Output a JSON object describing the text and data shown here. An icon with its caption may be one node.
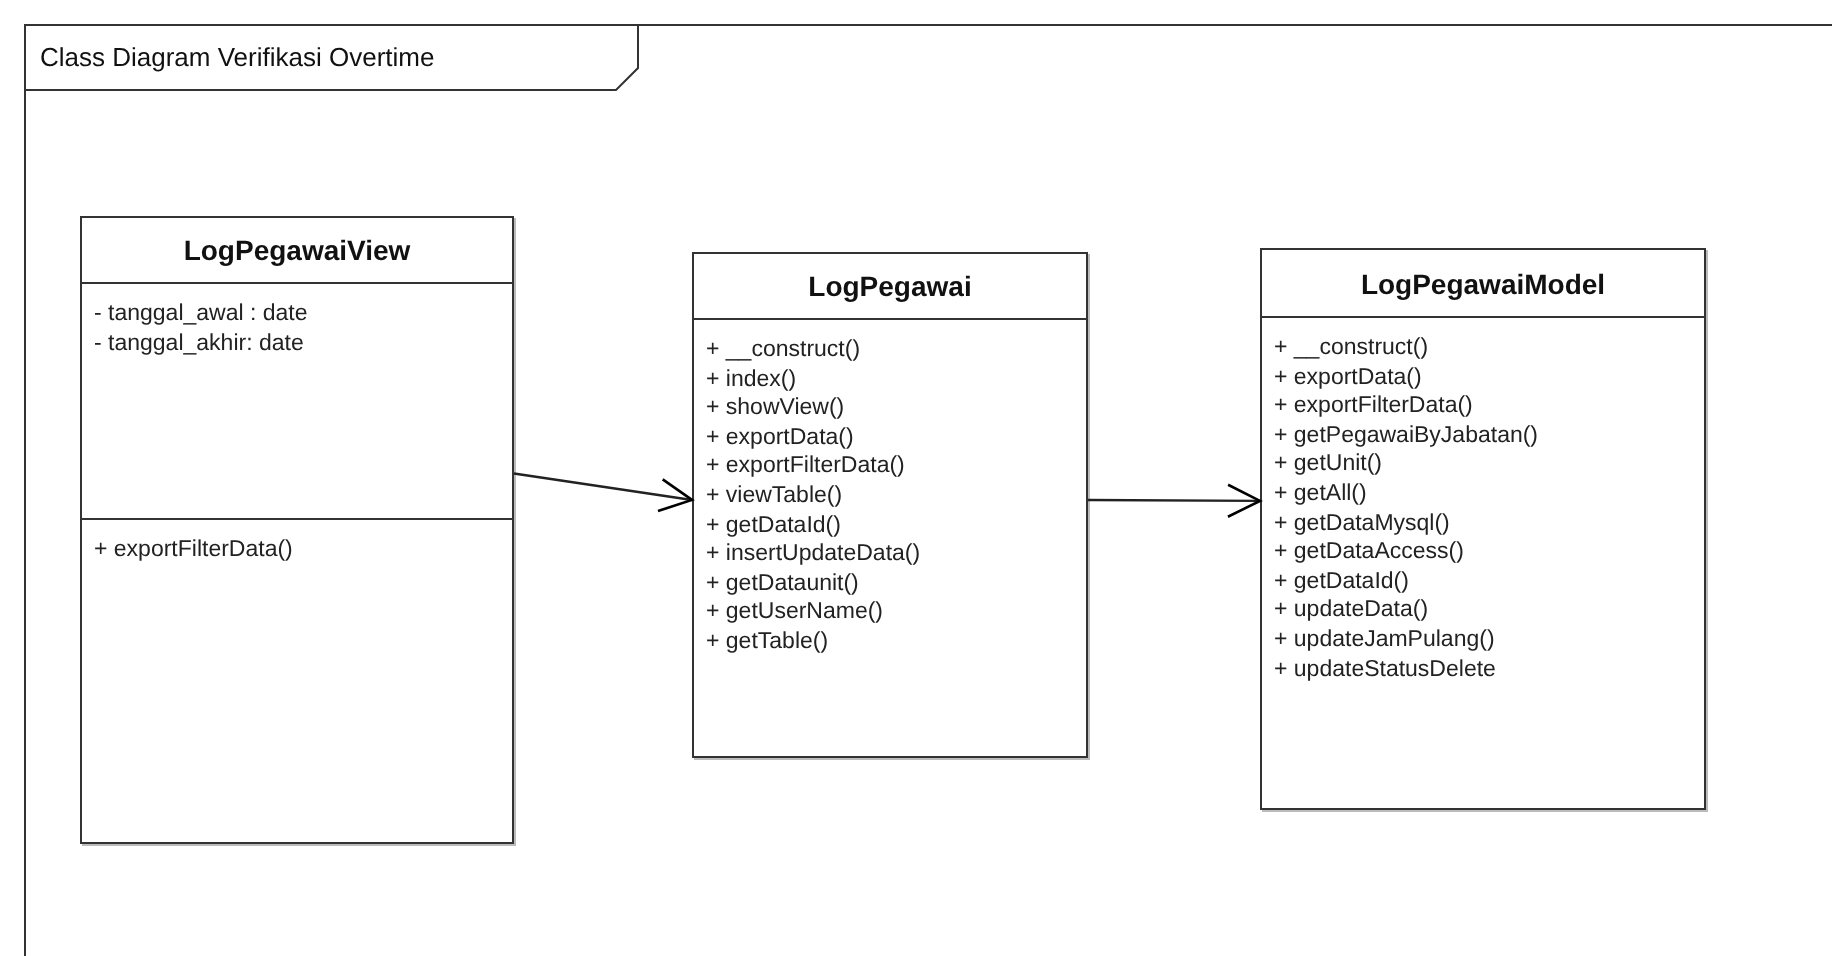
{
  "diagram": {
    "nodes": [
      {
        "text": [
          "Class Diagram Verifikasi Overtime"
        ]
      },
      {
        "text": [
          "LogPegawaiView"
        ],
        "in": 0
      },
      {
        "text": [
          "- tanggal_awal : date",
          "- tanggal_akhir: date"
        ],
        "in": 1
      },
      {
        "text": [
          "+ exportFilterData()"
        ],
        "in": 1
      },
      {
        "text": [
          "LogPegawai"
        ],
        "in": 0
      },
      {
        "text": [
          "+ __construct()",
          "+ index()",
          "+ showView()",
          "+ exportData()",
          "+ exportFilterData()",
          "+ viewTable()",
          "+ getDataId()",
          "+ insertUpdateData()",
          "+ getDataunit()",
          "+ getUserName()",
          "+ getTable()"
        ],
        "in": 4
      },
      {
        "text": [
          "LogPegawaiModel"
        ],
        "in": 0
      },
      {
        "text": [
          "+ __construct()",
          "+ exportData()",
          "+ exportFilterData()",
          "+ getPegawaiByJabatan()",
          "+ getUnit()",
          "+ getAll()",
          "+ getDataMysql()",
          "+ getDataAccess()",
          "+ getDataId()",
          "+ updateData()",
          "+ updateJamPulang()",
          "+ updateStatusDelete"
        ],
        "in": 6
      }
    ],
    "edges": [
      {
        "from": 1,
        "to": 4,
        "arrow": "to"
      },
      {
        "from": 4,
        "to": 6,
        "arrow": "to"
      }
    ]
  }
}
